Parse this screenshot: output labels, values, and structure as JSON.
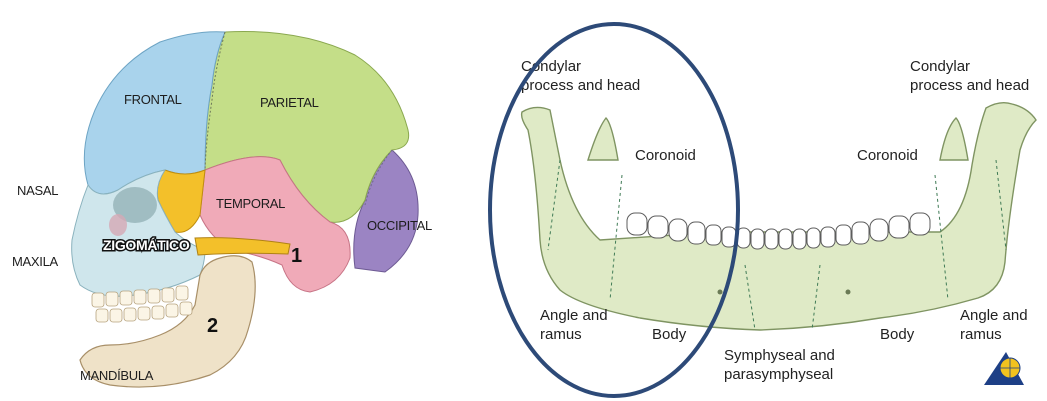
{
  "skull": {
    "labels": {
      "frontal": "FRONTAL",
      "parietal": "PARIETAL",
      "nasal": "NASAL",
      "temporal": "TEMPORAL",
      "occipital": "OCCIPITAL",
      "zigomatico": "ZIGOMÁTICO",
      "maxila": "MAXILA",
      "mandibula": "MANDÍBULA",
      "marker1": "1",
      "marker2": "2"
    },
    "colors": {
      "frontal": "#a9d3ec",
      "parietal": "#c4de88",
      "occipital": "#9b84c3",
      "temporal": "#f0aab8",
      "zygomatic": "#f3c02a",
      "face": "#cfe6ec",
      "mandible": "#efe2c8"
    }
  },
  "mandible": {
    "labels": {
      "condylar_left_1": "Condylar",
      "condylar_left_2": "process and head",
      "condylar_right_1": "Condylar",
      "condylar_right_2": "process and head",
      "coronoid_left": "Coronoid",
      "coronoid_right": "Coronoid",
      "angle_left_1": "Angle and",
      "angle_left_2": "ramus",
      "angle_right_1": "Angle and",
      "angle_right_2": "ramus",
      "body_left": "Body",
      "body_right": "Body",
      "symph_1": "Symphyseal and",
      "symph_2": "parasymphyseal"
    },
    "colors": {
      "bone": "#dfeac6",
      "outline": "#7f9462",
      "ellipse": "#2d4a78"
    }
  }
}
